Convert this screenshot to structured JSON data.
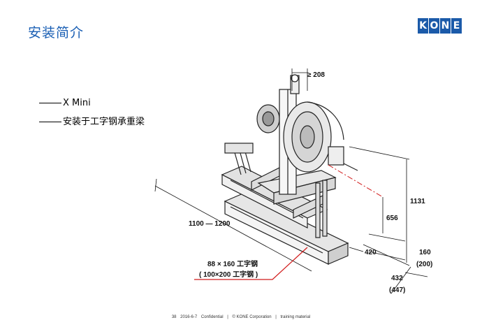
{
  "header": {
    "title": "安装简介",
    "logo_letters": [
      "K",
      "O",
      "N",
      "E"
    ]
  },
  "bullets": [
    "X Mini",
    "安装于工字钢承重梁"
  ],
  "figure": {
    "dimensions": {
      "clearance": "≥ 208",
      "height_total": "1131",
      "height_shaft": "656",
      "span": "1100 — 1200",
      "depth": "420",
      "beam_h": "160",
      "beam_h_alt": "(200)",
      "width": "432",
      "width_alt": "(447)"
    },
    "beam_label": "88 × 160 工字钢",
    "beam_label_alt": "( 100×200 工字钢 )"
  },
  "footer": {
    "page": "38",
    "date": "2016-6-7",
    "confidential": "Confidential",
    "sep": "|",
    "copyright": "© KONE Corporation",
    "material": "training material"
  },
  "colors": {
    "title": "#1a5fb4",
    "brand": "#1b5aa9",
    "callout": "#d11a1a"
  }
}
